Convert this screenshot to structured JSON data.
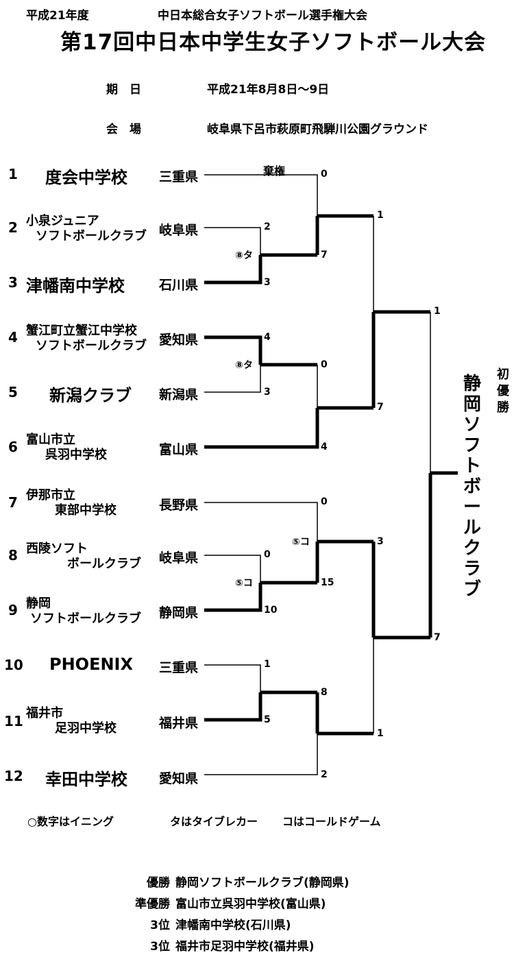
{
  "header": {
    "line1_left": "平成21年度",
    "line1_right": "中日本総合女子ソフトボール選手権大会",
    "title": "第17回中日本中学生女子ソフトボール大会"
  },
  "info": {
    "date_label": "期　日",
    "date_value": "平成21年8月8日～9日",
    "venue_label": "会　場",
    "venue_value": "岐阜県下呂市萩原町飛騨川公園グラウンド"
  },
  "teams": [
    {
      "num": "1",
      "name": [
        "度会中学校"
      ],
      "pref": "三重県"
    },
    {
      "num": "2",
      "name": [
        "小泉ジュニア",
        "ソフトボールクラブ"
      ],
      "pref": "岐阜県"
    },
    {
      "num": "3",
      "name": [
        "津幡南中学校"
      ],
      "pref": "石川県"
    },
    {
      "num": "4",
      "name": [
        "蟹江町立蟹江中学校",
        "ソフトボールクラブ"
      ],
      "pref": "愛知県"
    },
    {
      "num": "5",
      "name": [
        "新潟クラブ"
      ],
      "pref": "新潟県"
    },
    {
      "num": "6",
      "name": [
        "富山市立",
        "呉羽中学校"
      ],
      "pref": "富山県"
    },
    {
      "num": "7",
      "name": [
        "伊那市立",
        "東部中学校"
      ],
      "pref": "長野県"
    },
    {
      "num": "8",
      "name": [
        "西陵ソフト",
        "ボールクラブ"
      ],
      "pref": "岐阜県"
    },
    {
      "num": "9",
      "name": [
        "静岡",
        "ソフトボールクラブ"
      ],
      "pref": "静岡県"
    },
    {
      "num": "10",
      "name": [
        "PHOENIX"
      ],
      "pref": "三重県"
    },
    {
      "num": "11",
      "name": [
        "福井市",
        "足羽中学校"
      ],
      "pref": "福井県"
    },
    {
      "num": "12",
      "name": [
        "幸田中学校"
      ],
      "pref": "愛知県"
    }
  ],
  "scores": {
    "forfeit": "棄権",
    "s_r1a_top": "2",
    "s_r1a_bot": "3",
    "mark_r1a": "⑧タ",
    "s_r1b_top": "4",
    "s_r1b_bot": "3",
    "mark_r1b": "⑧タ",
    "s_r1c_top": "0",
    "s_r1c_bot": "10",
    "mark_r1c": "⑤コ",
    "s_r1d_top": "1",
    "s_r1d_bot": "5",
    "s_r2a_top": "0",
    "s_r2a_bot": "7",
    "s_r2b_top": "0",
    "s_r2b_bot": "4",
    "s_r2c_top": "0",
    "s_r2c_bot": "15",
    "mark_r2c": "⑤コ",
    "s_r2d_top": "8",
    "s_r2d_bot": "2",
    "s_r3a_top": "1",
    "s_r3a_bot": "7",
    "s_r3b_top": "3",
    "s_r3b_bot": "1",
    "s_final_top": "1",
    "s_final_bot": "7"
  },
  "winner": {
    "label": "初優勝",
    "name": "静岡ソフトボールクラブ"
  },
  "legend": {
    "circle": "○数字はイニング",
    "ta": "タはタイブレカー",
    "ko": "コはコールドゲーム"
  },
  "results": [
    {
      "rank": "優勝",
      "team": "静岡ソフトボールクラブ(静岡県)"
    },
    {
      "rank": "準優勝",
      "team": "富山市立呉羽中学校(富山県)"
    },
    {
      "rank": "3位",
      "team": "津幡南中学校(石川県)"
    },
    {
      "rank": "3位",
      "team": "福井市足羽中学校(福井県)"
    }
  ]
}
